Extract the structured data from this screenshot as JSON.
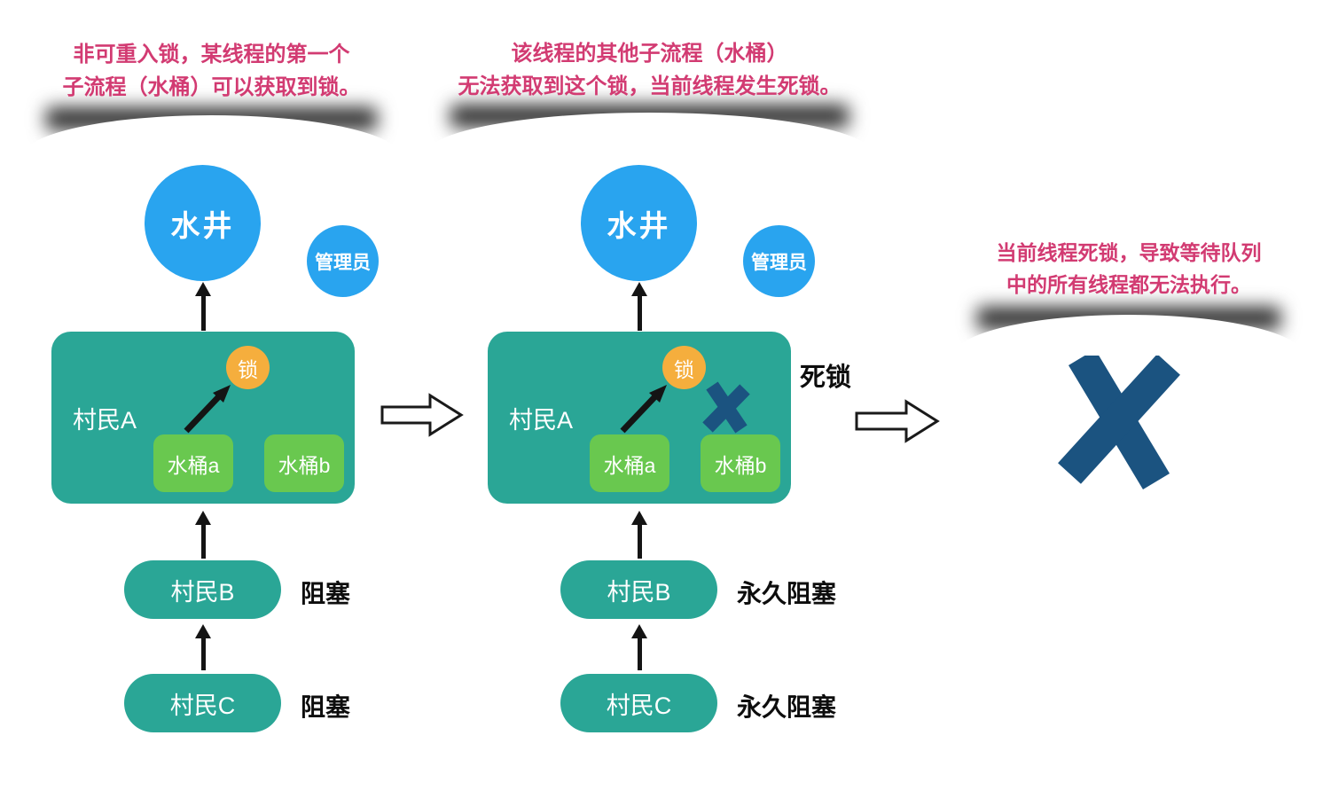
{
  "notes": {
    "note1": {
      "line1": "非可重入锁，某线程的第一个",
      "line2": "子流程（水桶）可以获取到锁。"
    },
    "note2": {
      "line1": "该线程的其他子流程（水桶）",
      "line2": "无法获取到这个锁，当前线程发生死锁。"
    },
    "note3": {
      "line1": "当前线程死锁，导致等待队列",
      "line2": "中的所有线程都无法执行。"
    }
  },
  "left": {
    "well": "水井",
    "admin": "管理员",
    "villager_a": "村民A",
    "lock": "锁",
    "bucket_a": "水桶a",
    "bucket_b": "水桶b",
    "villager_b": "村民B",
    "status_b": "阻塞",
    "villager_c": "村民C",
    "status_c": "阻塞"
  },
  "middle": {
    "well": "水井",
    "admin": "管理员",
    "villager_a": "村民A",
    "lock": "锁",
    "bucket_a": "水桶a",
    "bucket_b": "水桶b",
    "deadlock": "死锁",
    "villager_b": "村民B",
    "status_b": "永久阻塞",
    "villager_c": "村民C",
    "status_c": "永久阻塞"
  },
  "colors": {
    "note_text_pink": "#d23b72",
    "well_blue": "#29a4ef",
    "villager_teal": "#2aa696",
    "bucket_green": "#69c84f",
    "lock_orange": "#f5ae3d",
    "cross_navy": "#1b5380",
    "arrow_black": "#141414"
  }
}
